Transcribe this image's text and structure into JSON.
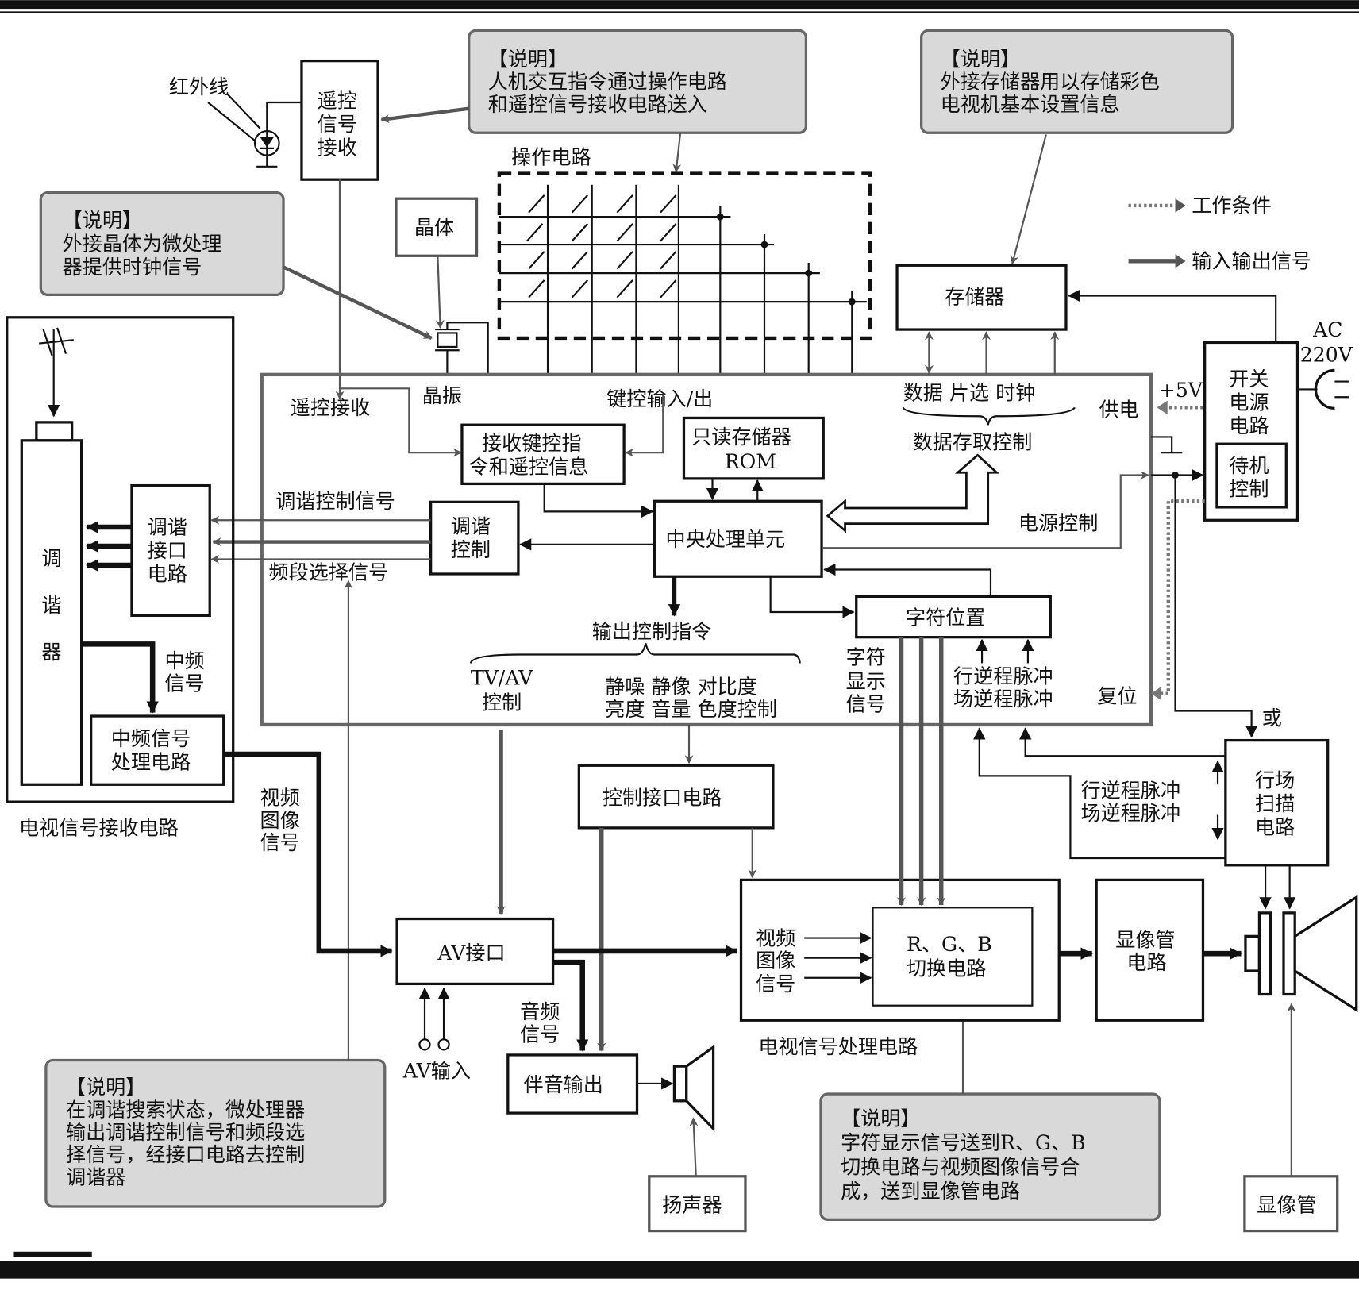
{
  "callouts": {
    "ops": [
      "【说明】",
      "人机交互指令通过操作电路",
      "和遥控信号接收电路送入"
    ],
    "memory": [
      "【说明】",
      "外接存储器用以存储彩色",
      "电视机基本设置信息"
    ],
    "crystal": [
      "【说明】",
      "外接晶体为微处理",
      "器提供时钟信号"
    ],
    "tuning": [
      "【说明】",
      "在调谐搜索状态，微处理器",
      "输出调谐控制信号和频段选",
      "择信号，经接口电路去控制",
      "调谐器"
    ],
    "char": [
      "【说明】",
      "字符显示信号送到R、G、B",
      "切换电路与视频图像信号合",
      "成，送到显像管电路"
    ]
  },
  "legend": {
    "working_condition": "工作条件",
    "io_signal": "输入输出信号"
  },
  "labels": {
    "infrared": "红外线",
    "remote_rx": [
      "遥控",
      "信号",
      "接收"
    ],
    "op_circuit": "操作电路",
    "crystal": "晶体",
    "remote_in": "遥控接收",
    "osc": "晶振",
    "key_io": "键控输入/出",
    "data_bus": "数据  片选  时钟",
    "power_in": "供电",
    "data_ctrl": "数据存取控制",
    "rx_key": [
      "接收键控指",
      "令和遥控信息"
    ],
    "rom": [
      "只读存储器",
      "ROM"
    ],
    "cpu": "中央处理单元",
    "tune_ctrl": [
      "调谐",
      "控制"
    ],
    "tune_sig": "调谐控制信号",
    "band_sig": "频段选择信号",
    "power_ctrl": "电源控制",
    "char_pos": "字符位置",
    "out_cmd": "输出控制指令",
    "tvav": [
      "TV/AV",
      "控制"
    ],
    "ctrl_items": [
      "静噪  静像  对比度",
      "亮度  音量  色度控制"
    ],
    "char_disp": [
      "字符",
      "显示",
      "信号"
    ],
    "flyback": [
      "行逆程脉冲",
      "场逆程脉冲"
    ],
    "reset": "复位",
    "memory": "存储器",
    "ac": [
      "AC",
      "220V"
    ],
    "plus5v": "+5V",
    "psu": [
      "开关",
      "电源",
      "电路"
    ],
    "standby": [
      "待机",
      "控制"
    ],
    "tuner": [
      "调",
      "谐",
      "器"
    ],
    "tune_if": [
      "调谐",
      "接口",
      "电路"
    ],
    "if_sig": [
      "中频",
      "信号"
    ],
    "if_proc": [
      "中频信号",
      "处理电路"
    ],
    "rx_section": "电视信号接收电路",
    "video_sig": [
      "视频",
      "图像",
      "信号"
    ],
    "av_port": "AV接口",
    "av_in": "AV输入",
    "ctrl_if": "控制接口电路",
    "video_sig2": [
      "视频",
      "图像",
      "信号"
    ],
    "rgb": [
      "R、G、B",
      "切换电路"
    ],
    "proc_section": "电视信号处理电路",
    "crt_circuit": [
      "显像管",
      "电路"
    ],
    "scan": [
      "行场",
      "扫描",
      "电路"
    ],
    "or": "或",
    "flyback2": [
      "行逆程脉冲",
      "场逆程脉冲"
    ],
    "crt": "显像管",
    "audio_sig": [
      "音频",
      "信号"
    ],
    "audio_out": "伴音输出",
    "speaker": "扬声器"
  },
  "colors": {
    "callout_fill": "#d9d9d9",
    "io_line": "#555555",
    "frame": "#111111"
  }
}
